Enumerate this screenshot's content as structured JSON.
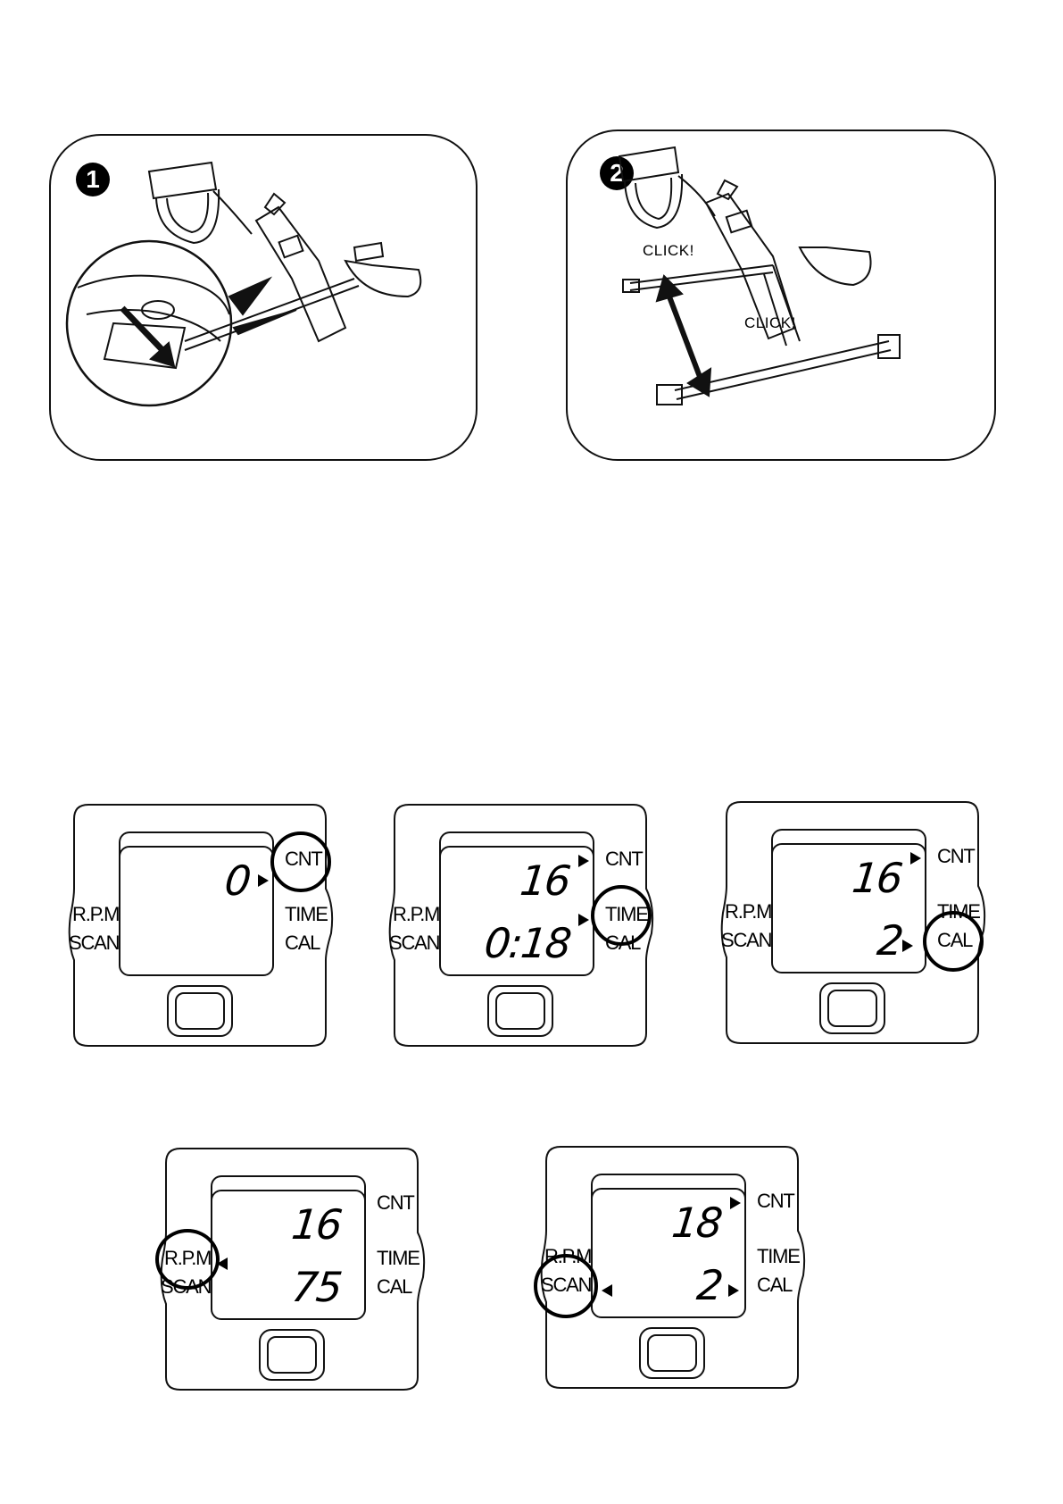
{
  "steps": [
    {
      "badge": "1"
    },
    {
      "badge": "2",
      "click_upper": "CLICK!",
      "click_lower": "CLICK!"
    }
  ],
  "monitor_labels": {
    "cnt": "CNT",
    "time": "TIME",
    "cal": "CAL",
    "rpm": "R.P.M",
    "scan": "SCAN"
  },
  "monitors": [
    {
      "row1": "0",
      "row2": "",
      "highlight": "CNT"
    },
    {
      "row1": "16",
      "row2": "0:18",
      "highlight": "TIME"
    },
    {
      "row1": "16",
      "row2": "2",
      "highlight": "CAL"
    },
    {
      "row1": "16",
      "row2": "75",
      "highlight": "R.P.M"
    },
    {
      "row1": "18",
      "row2": "2",
      "highlight": "SCAN"
    }
  ]
}
